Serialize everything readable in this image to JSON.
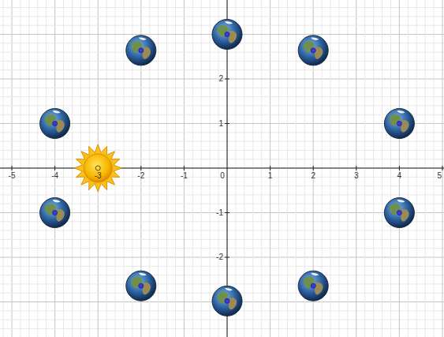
{
  "diagram": {
    "labels": [
      "2",
      "1",
      "-5",
      "-4",
      "-3",
      "-2",
      "-1",
      "0",
      "1",
      "2",
      "3",
      "4",
      "5",
      "-1",
      "-2"
    ]
  }
}
